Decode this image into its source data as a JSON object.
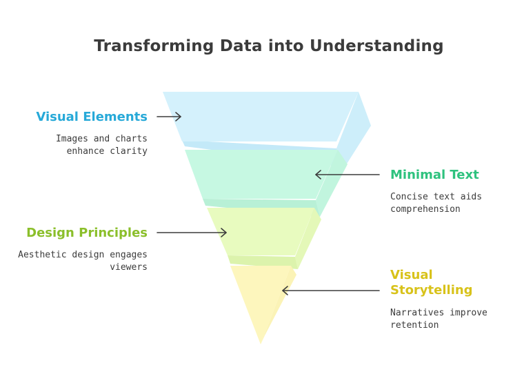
{
  "title": "Transforming Data into Understanding",
  "colors": {
    "text": "#3b3b3b",
    "arrow": "#3b3b3b",
    "visual_elements": "#27a9d8",
    "minimal_text": "#2ec27e",
    "design_principles": "#8bbf2b",
    "visual_storytelling": "#d8c21a"
  },
  "stages": [
    {
      "title": "Visual Elements",
      "desc_lines": [
        "Images and charts",
        "enhance clarity"
      ]
    },
    {
      "title": "Minimal Text",
      "desc_lines": [
        "Concise text aids",
        "comprehension"
      ]
    },
    {
      "title": "Design Principles",
      "desc_lines": [
        "Aesthetic design engages",
        "viewers"
      ]
    },
    {
      "title_lines": [
        "Visual",
        "Storytelling"
      ],
      "desc_lines": [
        "Narratives improve",
        "retention"
      ]
    }
  ]
}
